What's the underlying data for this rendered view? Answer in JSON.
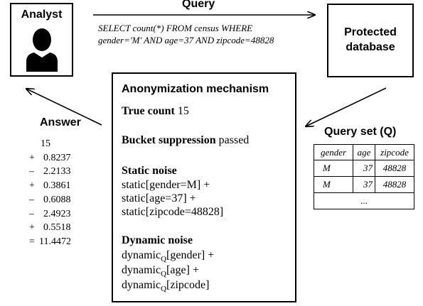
{
  "analyst": {
    "label": "Analyst",
    "icon": "person-silhouette-icon"
  },
  "query": {
    "label": "Query",
    "sql_line1": "SELECT count(*) FROM census WHERE",
    "sql_line2": "gender='M' AND age=37 AND zipcode=48828"
  },
  "database": {
    "label_line1": "Protected",
    "label_line2": "database"
  },
  "mechanism": {
    "title": "Anonymization mechanism",
    "true_count_label": "True count",
    "true_count_value": "15",
    "bucket_label": "Bucket suppression",
    "bucket_value": "passed",
    "static_title": "Static noise",
    "static_lines": [
      "static[gender=M] +",
      "static[age=37] +",
      "static[zipcode=48828]"
    ],
    "dynamic_title": "Dynamic noise",
    "dynamic_prefix": "dynamic",
    "dynamic_sub": "Q",
    "dynamic_suffixes": [
      "[gender] +",
      "[age] +",
      "[zipcode]"
    ]
  },
  "answer": {
    "label": "Answer",
    "lines": [
      {
        "sign": "",
        "value": "15"
      },
      {
        "sign": "+",
        "value": "0.8237"
      },
      {
        "sign": "–",
        "value": "2.2133"
      },
      {
        "sign": "+",
        "value": "0.3861"
      },
      {
        "sign": "–",
        "value": "0.6088"
      },
      {
        "sign": "–",
        "value": "2.4923"
      },
      {
        "sign": "+",
        "value": "0.5518"
      },
      {
        "sign": "=",
        "value": "11.4472"
      }
    ]
  },
  "query_set": {
    "title": "Query set (Q)",
    "headers": [
      "gender",
      "age",
      "zipcode"
    ],
    "rows": [
      [
        "M",
        "37",
        "48828"
      ],
      [
        "M",
        "37",
        "48828"
      ]
    ],
    "ellipsis": "..."
  }
}
